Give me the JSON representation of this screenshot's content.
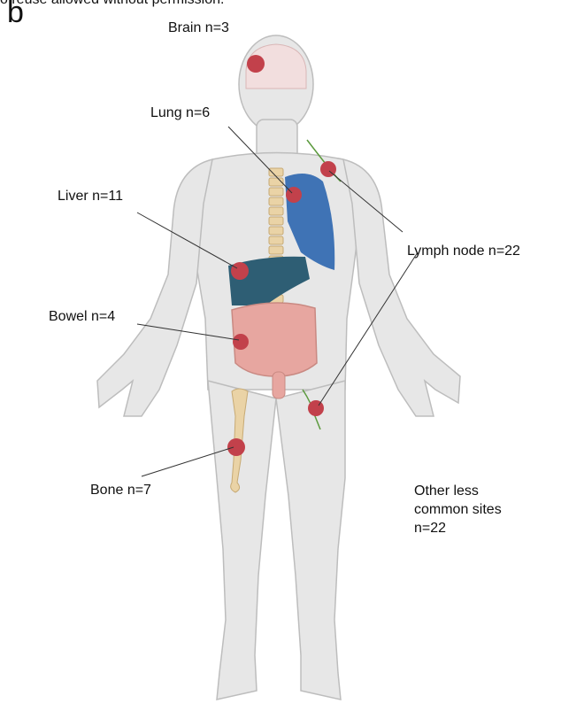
{
  "copyright_fragment": "o reuse allowed without permission.",
  "panel_label": "b",
  "labels": {
    "brain": "Brain n=3",
    "lung": "Lung n=6",
    "liver": "Liver n=11",
    "lymph_node": "Lymph node n=22",
    "bowel": "Bowel n=4",
    "bone": "Bone n=7",
    "other_line1": "Other less",
    "other_line2": "common sites",
    "other_line3": "n=22"
  },
  "colors": {
    "body": "#e7e7e7",
    "body_outline": "#bdbdbd",
    "lung": "#3f73b5",
    "liver": "#2e5e74",
    "bowel": "#e7a6a0",
    "bone": "#ead3a6",
    "brain": "#f2dede",
    "tumor": "#c2414b",
    "lymph": "#5c9a3e"
  }
}
